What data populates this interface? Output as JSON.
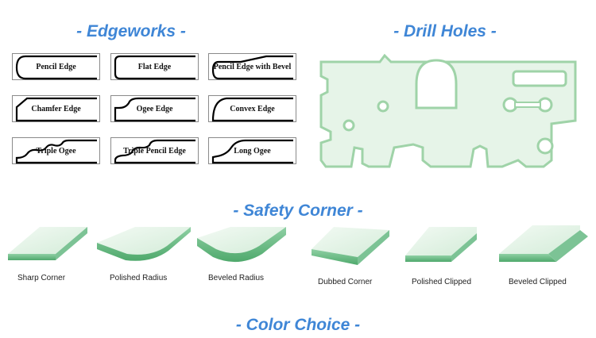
{
  "sections": {
    "edgeworks": "- Edgeworks -",
    "drill_holes": "- Drill Holes -",
    "safety_corner": "- Safety Corner -",
    "color_choice": "- Color Choice -"
  },
  "edges": [
    {
      "label": "Pencil Edge",
      "profile": "pencil"
    },
    {
      "label": "Flat Edge",
      "profile": "flat"
    },
    {
      "label": "Pencil Edge with Bevel",
      "profile": "pencil-bevel"
    },
    {
      "label": "Chamfer Edge",
      "profile": "chamfer"
    },
    {
      "label": "Ogee Edge",
      "profile": "ogee"
    },
    {
      "label": "Convex Edge",
      "profile": "convex"
    },
    {
      "label": "Triple Ogee",
      "profile": "triple-ogee"
    },
    {
      "label": "Triple Pencil Edge",
      "profile": "triple-pencil"
    },
    {
      "label": "Long Ogee",
      "profile": "long-ogee"
    }
  ],
  "corners": [
    {
      "label": "Sharp Corner"
    },
    {
      "label": "Polished Radius"
    },
    {
      "label": "Beveled Radius"
    },
    {
      "label": "Dubbed Corner"
    },
    {
      "label": "Polished Clipped"
    },
    {
      "label": "Beveled Clipped"
    }
  ],
  "colors": {
    "heading": "#3f86d6",
    "glass_fill": "#e6f4e8",
    "glass_edge": "#9fd3a8",
    "glass_dark": "#5fb57a"
  }
}
